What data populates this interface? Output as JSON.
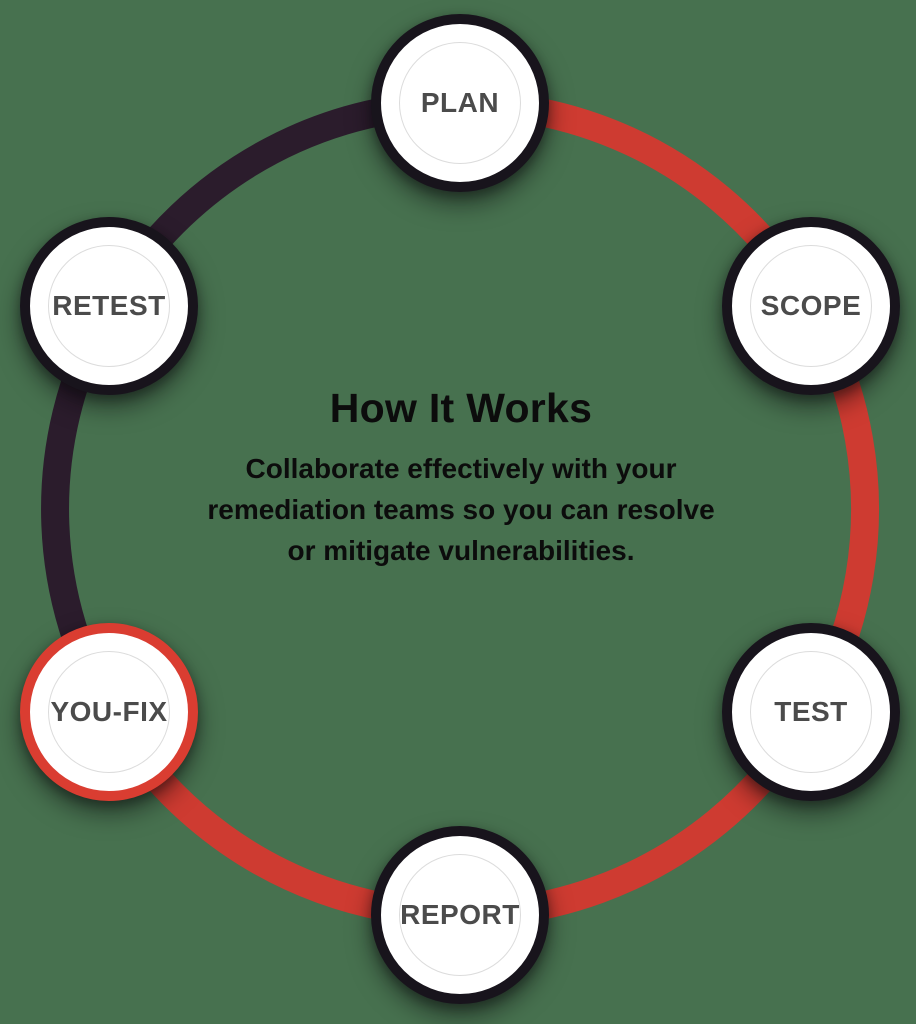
{
  "diagram": {
    "title": "How It Works",
    "subtitle_lines": [
      "Collaborate effectively with your",
      "remediation teams so you can resolve",
      "or mitigate vulnerabilities."
    ],
    "nodes": [
      {
        "label": "PLAN",
        "accent": "dark"
      },
      {
        "label": "SCOPE",
        "accent": "dark"
      },
      {
        "label": "TEST",
        "accent": "dark"
      },
      {
        "label": "REPORT",
        "accent": "dark"
      },
      {
        "label": "YOU-FIX",
        "accent": "red"
      },
      {
        "label": "RETEST",
        "accent": "dark"
      }
    ],
    "cycle_order": [
      "PLAN",
      "SCOPE",
      "TEST",
      "REPORT",
      "YOU-FIX",
      "RETEST"
    ],
    "colors": {
      "background": "#47714F",
      "arc_red": "#CE3B31",
      "arc_dark": "#2B1C2C",
      "node_border_dark": "#18141C",
      "node_border_red": "#DA3D31",
      "node_fill": "#FFFFFF",
      "node_inner_ring": "#DCDCDC",
      "node_label": "#4B4B4B",
      "text": "#0C0C0C"
    }
  }
}
